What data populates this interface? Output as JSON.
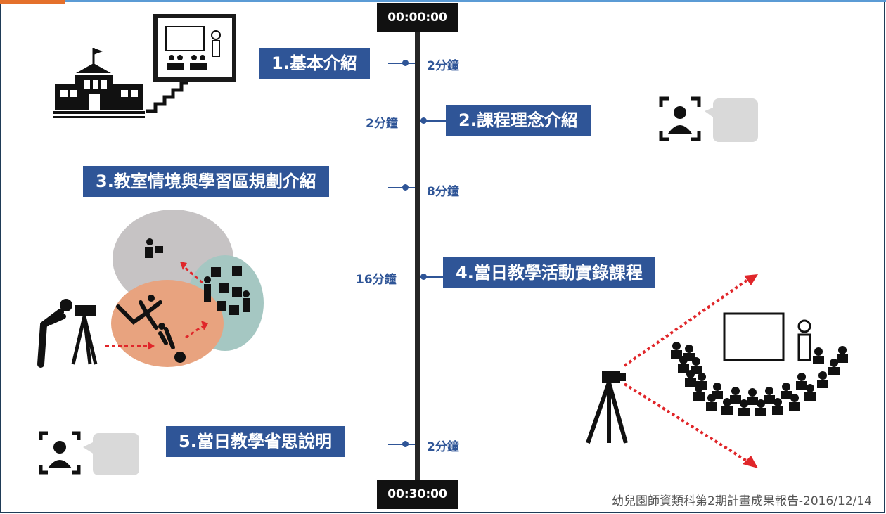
{
  "timeline": {
    "start_time": "00:00:00",
    "end_time": "00:30:00",
    "segments": [
      {
        "label": "1.基本介紹",
        "duration": "2分鐘"
      },
      {
        "label": "2.課程理念介紹",
        "duration": "2分鐘"
      },
      {
        "label": "3.教室情境與學習區規劃介紹",
        "duration": "8分鐘"
      },
      {
        "label": "4.當日教學活動實錄課程",
        "duration": "16分鐘"
      },
      {
        "label": "5.當日教學省思說明",
        "duration": "2分鐘"
      }
    ]
  },
  "footer": "幼兒園師資類科第2期計畫成果報告-2016/12/14",
  "icons": [
    "school-building-icon",
    "classroom-icon",
    "speaker-portrait-icon",
    "speech-bubble-icon",
    "photographer-icon",
    "learning-area-circles-icon",
    "tripod-camera-icon",
    "audience-classroom-icon"
  ],
  "colors": {
    "topic_box": "#2f5597",
    "axis": "#262626",
    "accent": "#e4702b",
    "arrow_red": "#e0262a"
  }
}
